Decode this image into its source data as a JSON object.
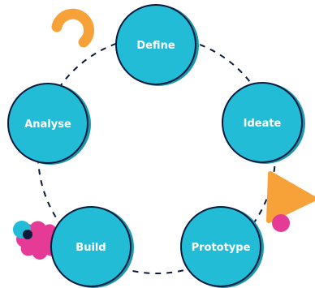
{
  "diagram": {
    "type": "cycle",
    "colors": {
      "node_fill": "#22BCD6",
      "node_shadow": "#1F97AB",
      "node_outline": "#0E1A3C",
      "connector": "#0E1A3C",
      "accent_orange": "#F7A139",
      "accent_pink": "#E53B96",
      "accent_teal": "#22BCD6",
      "accent_navy": "#0E1A3C",
      "background": "#FFFFFF"
    },
    "connector_style": "dashed",
    "nodes": [
      {
        "label": "Define"
      },
      {
        "label": "Ideate"
      },
      {
        "label": "Prototype"
      },
      {
        "label": "Build"
      },
      {
        "label": "Analyse"
      }
    ],
    "decorations": [
      {
        "shape": "arc",
        "color": "orange"
      },
      {
        "shape": "triangle",
        "color": "orange"
      },
      {
        "shape": "dot",
        "color": "pink"
      },
      {
        "shape": "gear-blob",
        "color": "pink"
      },
      {
        "shape": "dot",
        "color": "teal"
      }
    ]
  }
}
